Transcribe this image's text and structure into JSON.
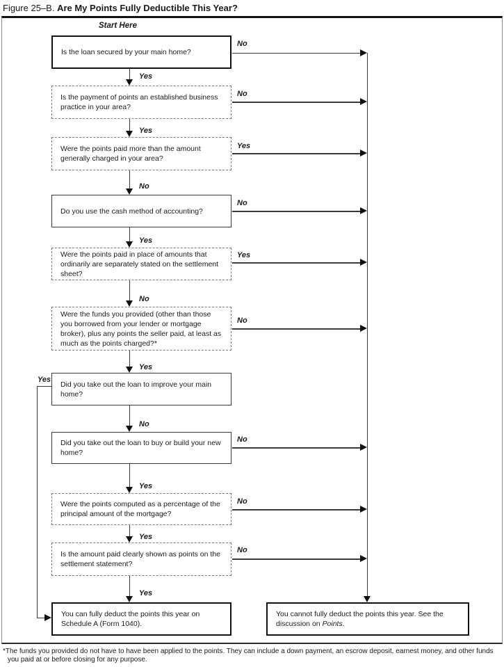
{
  "title": {
    "prefix": "Figure 25–B.",
    "main": "Are My Points Fully Deductible This Year?"
  },
  "flow": {
    "start_label": "Start Here",
    "questions": [
      {
        "text": "Is the loan secured by your main home?",
        "down": "Yes",
        "branch": "No"
      },
      {
        "text": "Is the payment of points an established business practice in your area?",
        "down": "Yes",
        "branch": "No"
      },
      {
        "text": "Were the points paid more than the amount generally charged in your area?",
        "down": "No",
        "branch": "Yes"
      },
      {
        "text": "Do you use the cash method of accounting?",
        "down": "Yes",
        "branch": "No"
      },
      {
        "text": "Were the points paid in place of amounts that ordinarily are separately stated on the settlement sheet?",
        "down": "No",
        "branch": "Yes"
      },
      {
        "text": "Were the funds you provided (other than those you borrowed from your lender or mortgage broker), plus any points the seller paid, at least as much as the points charged?*",
        "down": "Yes",
        "branch": "No"
      },
      {
        "text": "Did you take out the loan to improve your main home?",
        "down": "No",
        "branch": "Yes"
      },
      {
        "text": "Did you take out the loan to buy or build your new home?",
        "down": "Yes",
        "branch": "No"
      },
      {
        "text": "Were the points computed as a percentage of the principal amount of the mortgage?",
        "down": "Yes",
        "branch": "No"
      },
      {
        "text": "Is the amount paid clearly shown as points on the settlement statement?",
        "down": "Yes",
        "branch": "No"
      }
    ],
    "outcomes": {
      "deduct": "You can fully deduct the points this year on Schedule A (Form 1040).",
      "no_deduct_pre": "You cannot fully deduct the points this year. See the discussion on ",
      "no_deduct_italic": "Points",
      "no_deduct_post": "."
    }
  },
  "footnote": "*The funds you provided do not have to have been applied to the points. They can include a down payment, an escrow deposit, earnest money, and other funds you paid at or before closing for any purpose."
}
